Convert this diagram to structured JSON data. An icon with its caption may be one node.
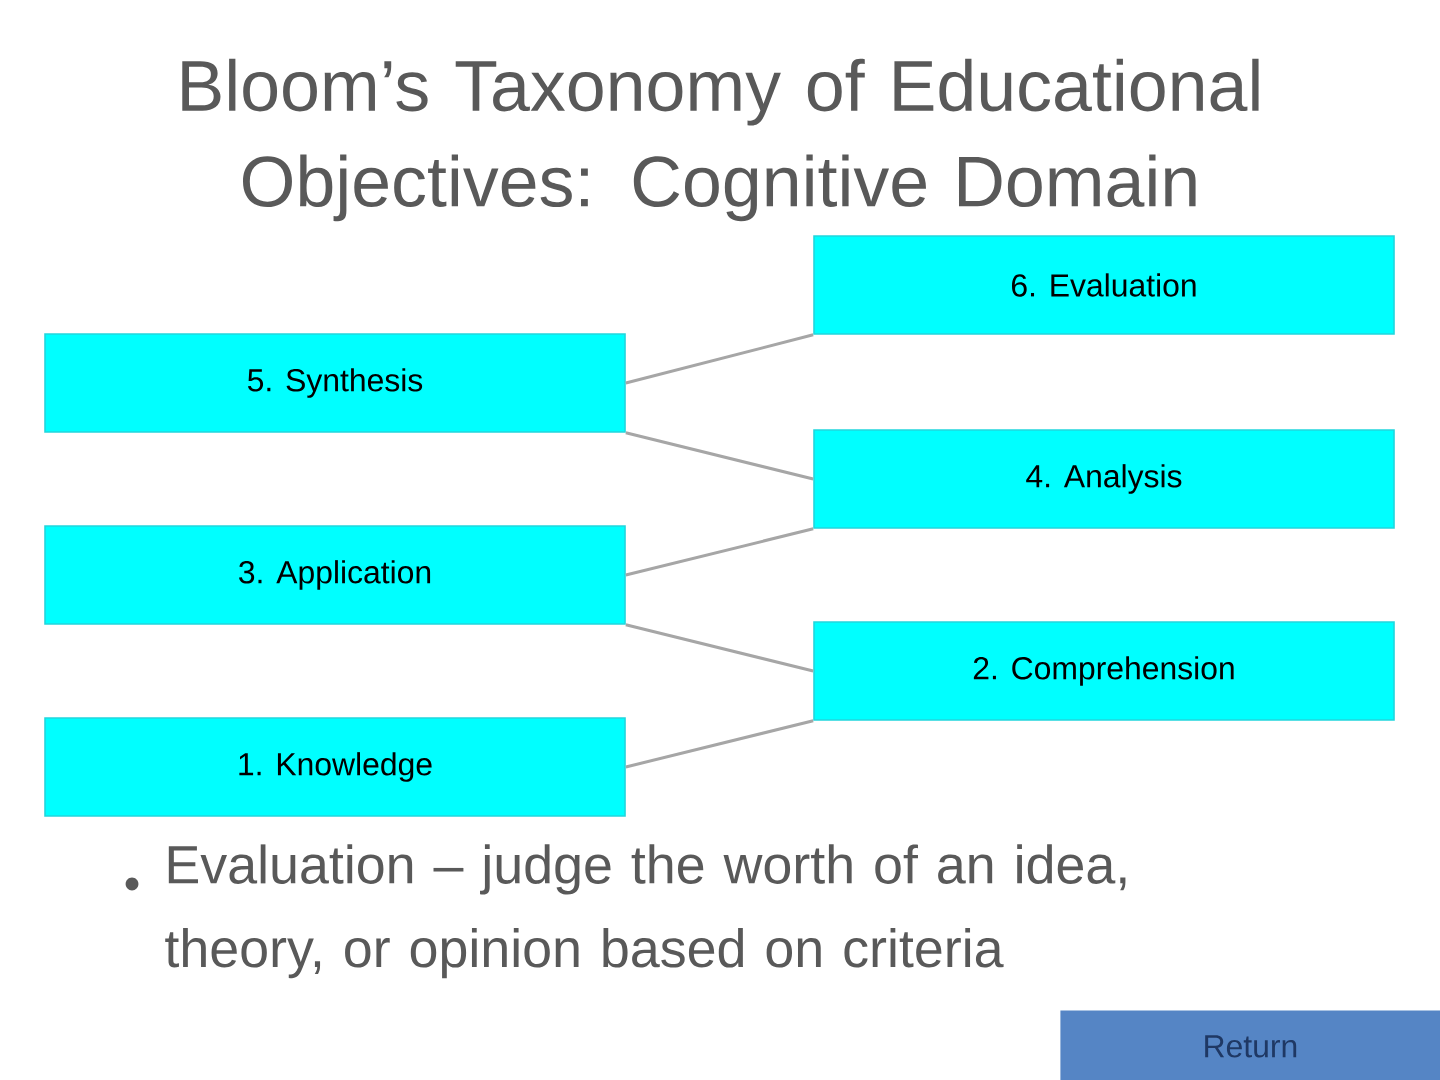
{
  "diagram": {
    "title": "Bloom’s Taxonomy of Educational Objectives: Cognitive Domain",
    "nodes": [
      {
        "text": [
          "6. Evaluation"
        ]
      },
      {
        "text": [
          "5. Synthesis"
        ]
      },
      {
        "text": [
          "4. Analysis"
        ]
      },
      {
        "text": [
          "3. Application"
        ]
      },
      {
        "text": [
          "2. Comprehension"
        ]
      },
      {
        "text": [
          "1. Knowledge"
        ]
      }
    ],
    "edges": [
      {
        "from": 5,
        "to": 4,
        "arrow": "none"
      },
      {
        "from": 4,
        "to": 3,
        "arrow": "none"
      },
      {
        "from": 3,
        "to": 2,
        "arrow": "none"
      },
      {
        "from": 2,
        "to": 1,
        "arrow": "none"
      },
      {
        "from": 1,
        "to": 0,
        "arrow": "none"
      }
    ],
    "labels": [
      "Evaluation – judge the worth of an idea, theory, or opinion based on criteria",
      "Return"
    ]
  }
}
